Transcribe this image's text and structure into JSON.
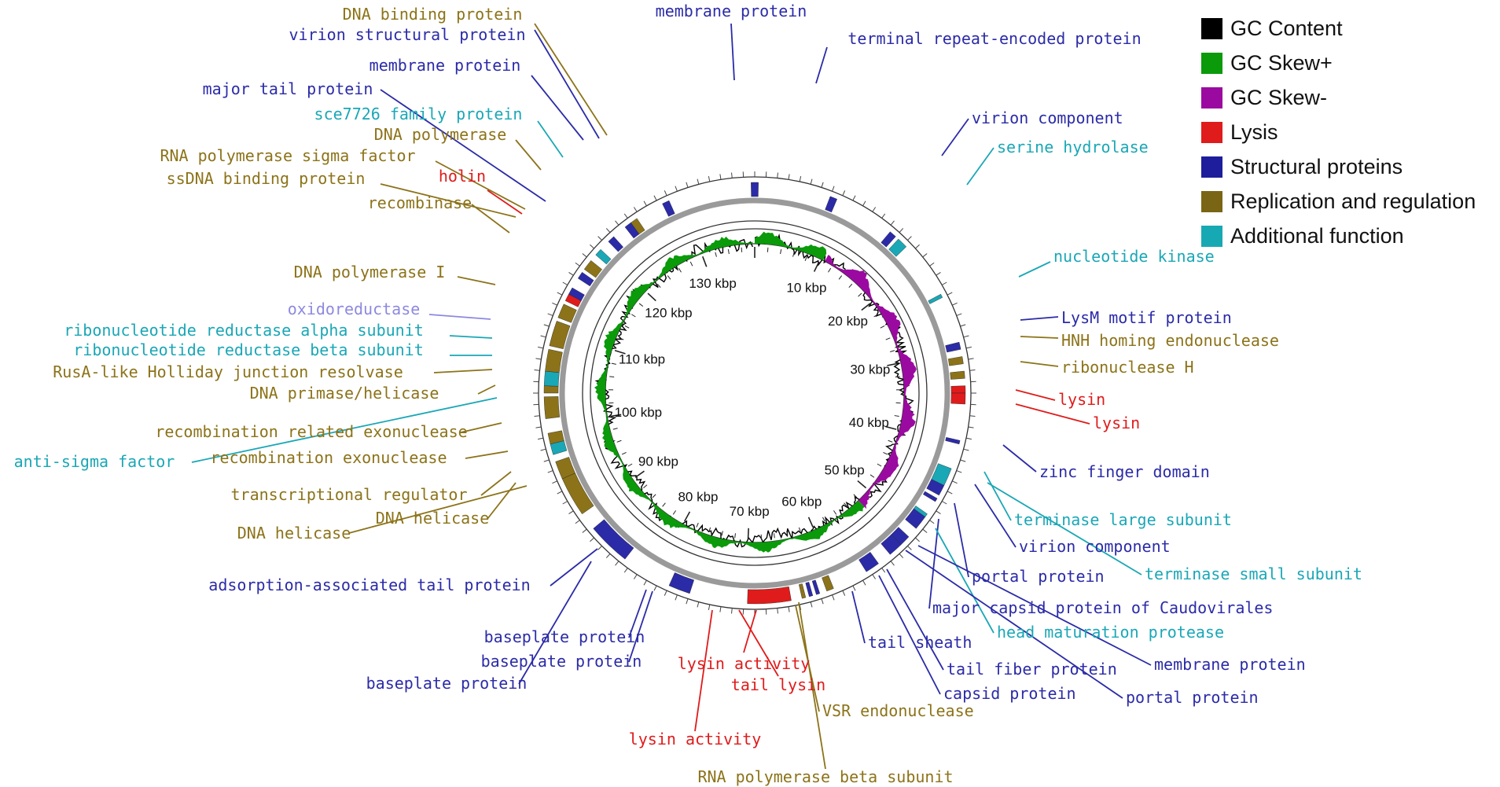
{
  "legend": [
    {
      "label": "GC Content",
      "color": "#000000"
    },
    {
      "label": "GC Skew+",
      "color": "#0a9a0a"
    },
    {
      "label": "GC Skew-",
      "color": "#9b0aa0"
    },
    {
      "label": "Lysis",
      "color": "#e01b1b"
    },
    {
      "label": "Structural proteins",
      "color": "#1e1e9c"
    },
    {
      "label": "Replication and regulation",
      "color": "#7a6514"
    },
    {
      "label": "Additional function",
      "color": "#17a9b3"
    }
  ],
  "colors": {
    "structural": "#2b2ba8",
    "replication": "#8c7319",
    "additional": "#1aa7b6",
    "lysis": "#e01b1b",
    "oxidoreductase": "#8d89e0"
  },
  "genome_kbp": 138,
  "ruler_labels": [
    "10 kbp",
    "20 kbp",
    "30 kbp",
    "40 kbp",
    "50 kbp",
    "60 kbp",
    "70 kbp",
    "80 kbp",
    "90 kbp",
    "100 kbp",
    "110 kbp",
    "120 kbp",
    "130 kbp"
  ],
  "genes": [
    {
      "text": "membrane protein",
      "cat": "structural"
    },
    {
      "text": "terminal repeat-encoded protein",
      "cat": "structural"
    },
    {
      "text": "virion component",
      "cat": "structural"
    },
    {
      "text": "serine hydrolase",
      "cat": "additional"
    },
    {
      "text": "nucleotide kinase",
      "cat": "additional"
    },
    {
      "text": "LysM motif protein",
      "cat": "structural"
    },
    {
      "text": "HNH homing endonuclease",
      "cat": "replication"
    },
    {
      "text": "ribonuclease H",
      "cat": "replication"
    },
    {
      "text": "lysin",
      "cat": "lysis"
    },
    {
      "text": "lysin",
      "cat": "lysis"
    },
    {
      "text": "zinc finger domain",
      "cat": "structural"
    },
    {
      "text": "terminase large subunit",
      "cat": "additional"
    },
    {
      "text": "virion component",
      "cat": "structural"
    },
    {
      "text": "terminase small subunit",
      "cat": "additional"
    },
    {
      "text": "portal protein",
      "cat": "structural"
    },
    {
      "text": "major capsid protein of Caudovirales",
      "cat": "structural"
    },
    {
      "text": "head maturation protease",
      "cat": "additional"
    },
    {
      "text": "membrane protein",
      "cat": "structural"
    },
    {
      "text": "portal protein",
      "cat": "structural"
    },
    {
      "text": "tail sheath",
      "cat": "structural"
    },
    {
      "text": "tail fiber protein",
      "cat": "structural"
    },
    {
      "text": "capsid protein",
      "cat": "structural"
    },
    {
      "text": "VSR endonuclease",
      "cat": "replication"
    },
    {
      "text": "RNA polymerase beta subunit",
      "cat": "replication"
    },
    {
      "text": "lysin activity",
      "cat": "lysis"
    },
    {
      "text": "tail lysin",
      "cat": "lysis"
    },
    {
      "text": "lysin activity",
      "cat": "lysis"
    },
    {
      "text": "baseplate protein",
      "cat": "structural"
    },
    {
      "text": "baseplate protein",
      "cat": "structural"
    },
    {
      "text": "baseplate protein",
      "cat": "structural"
    },
    {
      "text": "adsorption-associated tail protein",
      "cat": "structural"
    },
    {
      "text": "DNA helicase",
      "cat": "replication"
    },
    {
      "text": "DNA helicase",
      "cat": "replication"
    },
    {
      "text": "transcriptional regulator",
      "cat": "replication"
    },
    {
      "text": "recombination exonuclease",
      "cat": "replication"
    },
    {
      "text": "anti-sigma factor",
      "cat": "additional"
    },
    {
      "text": "recombination related exonuclease",
      "cat": "replication"
    },
    {
      "text": "DNA primase/helicase",
      "cat": "replication"
    },
    {
      "text": "RusA-like Holliday junction resolvase",
      "cat": "replication"
    },
    {
      "text": "ribonucleotide reductase beta subunit",
      "cat": "additional"
    },
    {
      "text": "ribonucleotide reductase alpha subunit",
      "cat": "additional"
    },
    {
      "text": "oxidoreductase",
      "cat": "oxidoreductase"
    },
    {
      "text": "DNA polymerase I",
      "cat": "replication"
    },
    {
      "text": "recombinase",
      "cat": "replication"
    },
    {
      "text": "ssDNA binding protein",
      "cat": "replication"
    },
    {
      "text": "holin",
      "cat": "lysis"
    },
    {
      "text": "RNA polymerase sigma factor",
      "cat": "replication"
    },
    {
      "text": "DNA polymerase",
      "cat": "replication"
    },
    {
      "text": "sce7726 family protein",
      "cat": "additional"
    },
    {
      "text": "major tail protein",
      "cat": "structural"
    },
    {
      "text": "membrane protein",
      "cat": "structural"
    },
    {
      "text": "virion structural protein",
      "cat": "structural"
    },
    {
      "text": "DNA binding protein",
      "cat": "replication"
    }
  ]
}
